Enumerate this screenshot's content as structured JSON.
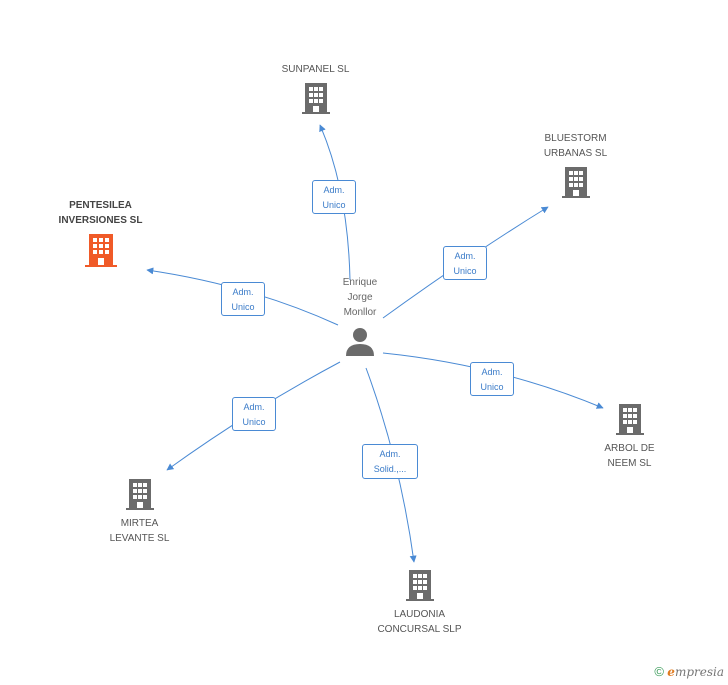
{
  "person": {
    "name": "Enrique\nJorge\nMonllor",
    "icon": "person-icon"
  },
  "companies": [
    {
      "id": "sunpanel",
      "name": "SUNPANEL SL",
      "highlight": false,
      "icon": "building-icon"
    },
    {
      "id": "bluestorm",
      "name": "BLUESTORM\nURBANAS SL",
      "highlight": false,
      "icon": "building-icon"
    },
    {
      "id": "pentesilea",
      "name": "PENTESILEA\nINVERSIONES SL",
      "highlight": true,
      "icon": "building-icon"
    },
    {
      "id": "arbol",
      "name": "ARBOL DE\nNEEM SL",
      "highlight": false,
      "icon": "building-icon"
    },
    {
      "id": "mirtea",
      "name": "MIRTEA\nLEVANTE SL",
      "highlight": false,
      "icon": "building-icon"
    },
    {
      "id": "laudonia",
      "name": "LAUDONIA\nCONCURSAL SLP",
      "highlight": false,
      "icon": "building-icon"
    }
  ],
  "relations": [
    {
      "to": "sunpanel",
      "label": "Adm.\nUnico"
    },
    {
      "to": "bluestorm",
      "label": "Adm.\nUnico"
    },
    {
      "to": "pentesilea",
      "label": "Adm.\nUnico"
    },
    {
      "to": "arbol",
      "label": "Adm.\nUnico"
    },
    {
      "to": "mirtea",
      "label": "Adm.\nUnico"
    },
    {
      "to": "laudonia",
      "label": "Adm.\nSolid.,..."
    }
  ],
  "colors": {
    "edge": "#4a8ad4",
    "building": "#6b6b6b",
    "highlight": "#f05a28"
  },
  "footer": {
    "copyright": "©",
    "brand_first": "e",
    "brand_rest": "mpresia"
  }
}
